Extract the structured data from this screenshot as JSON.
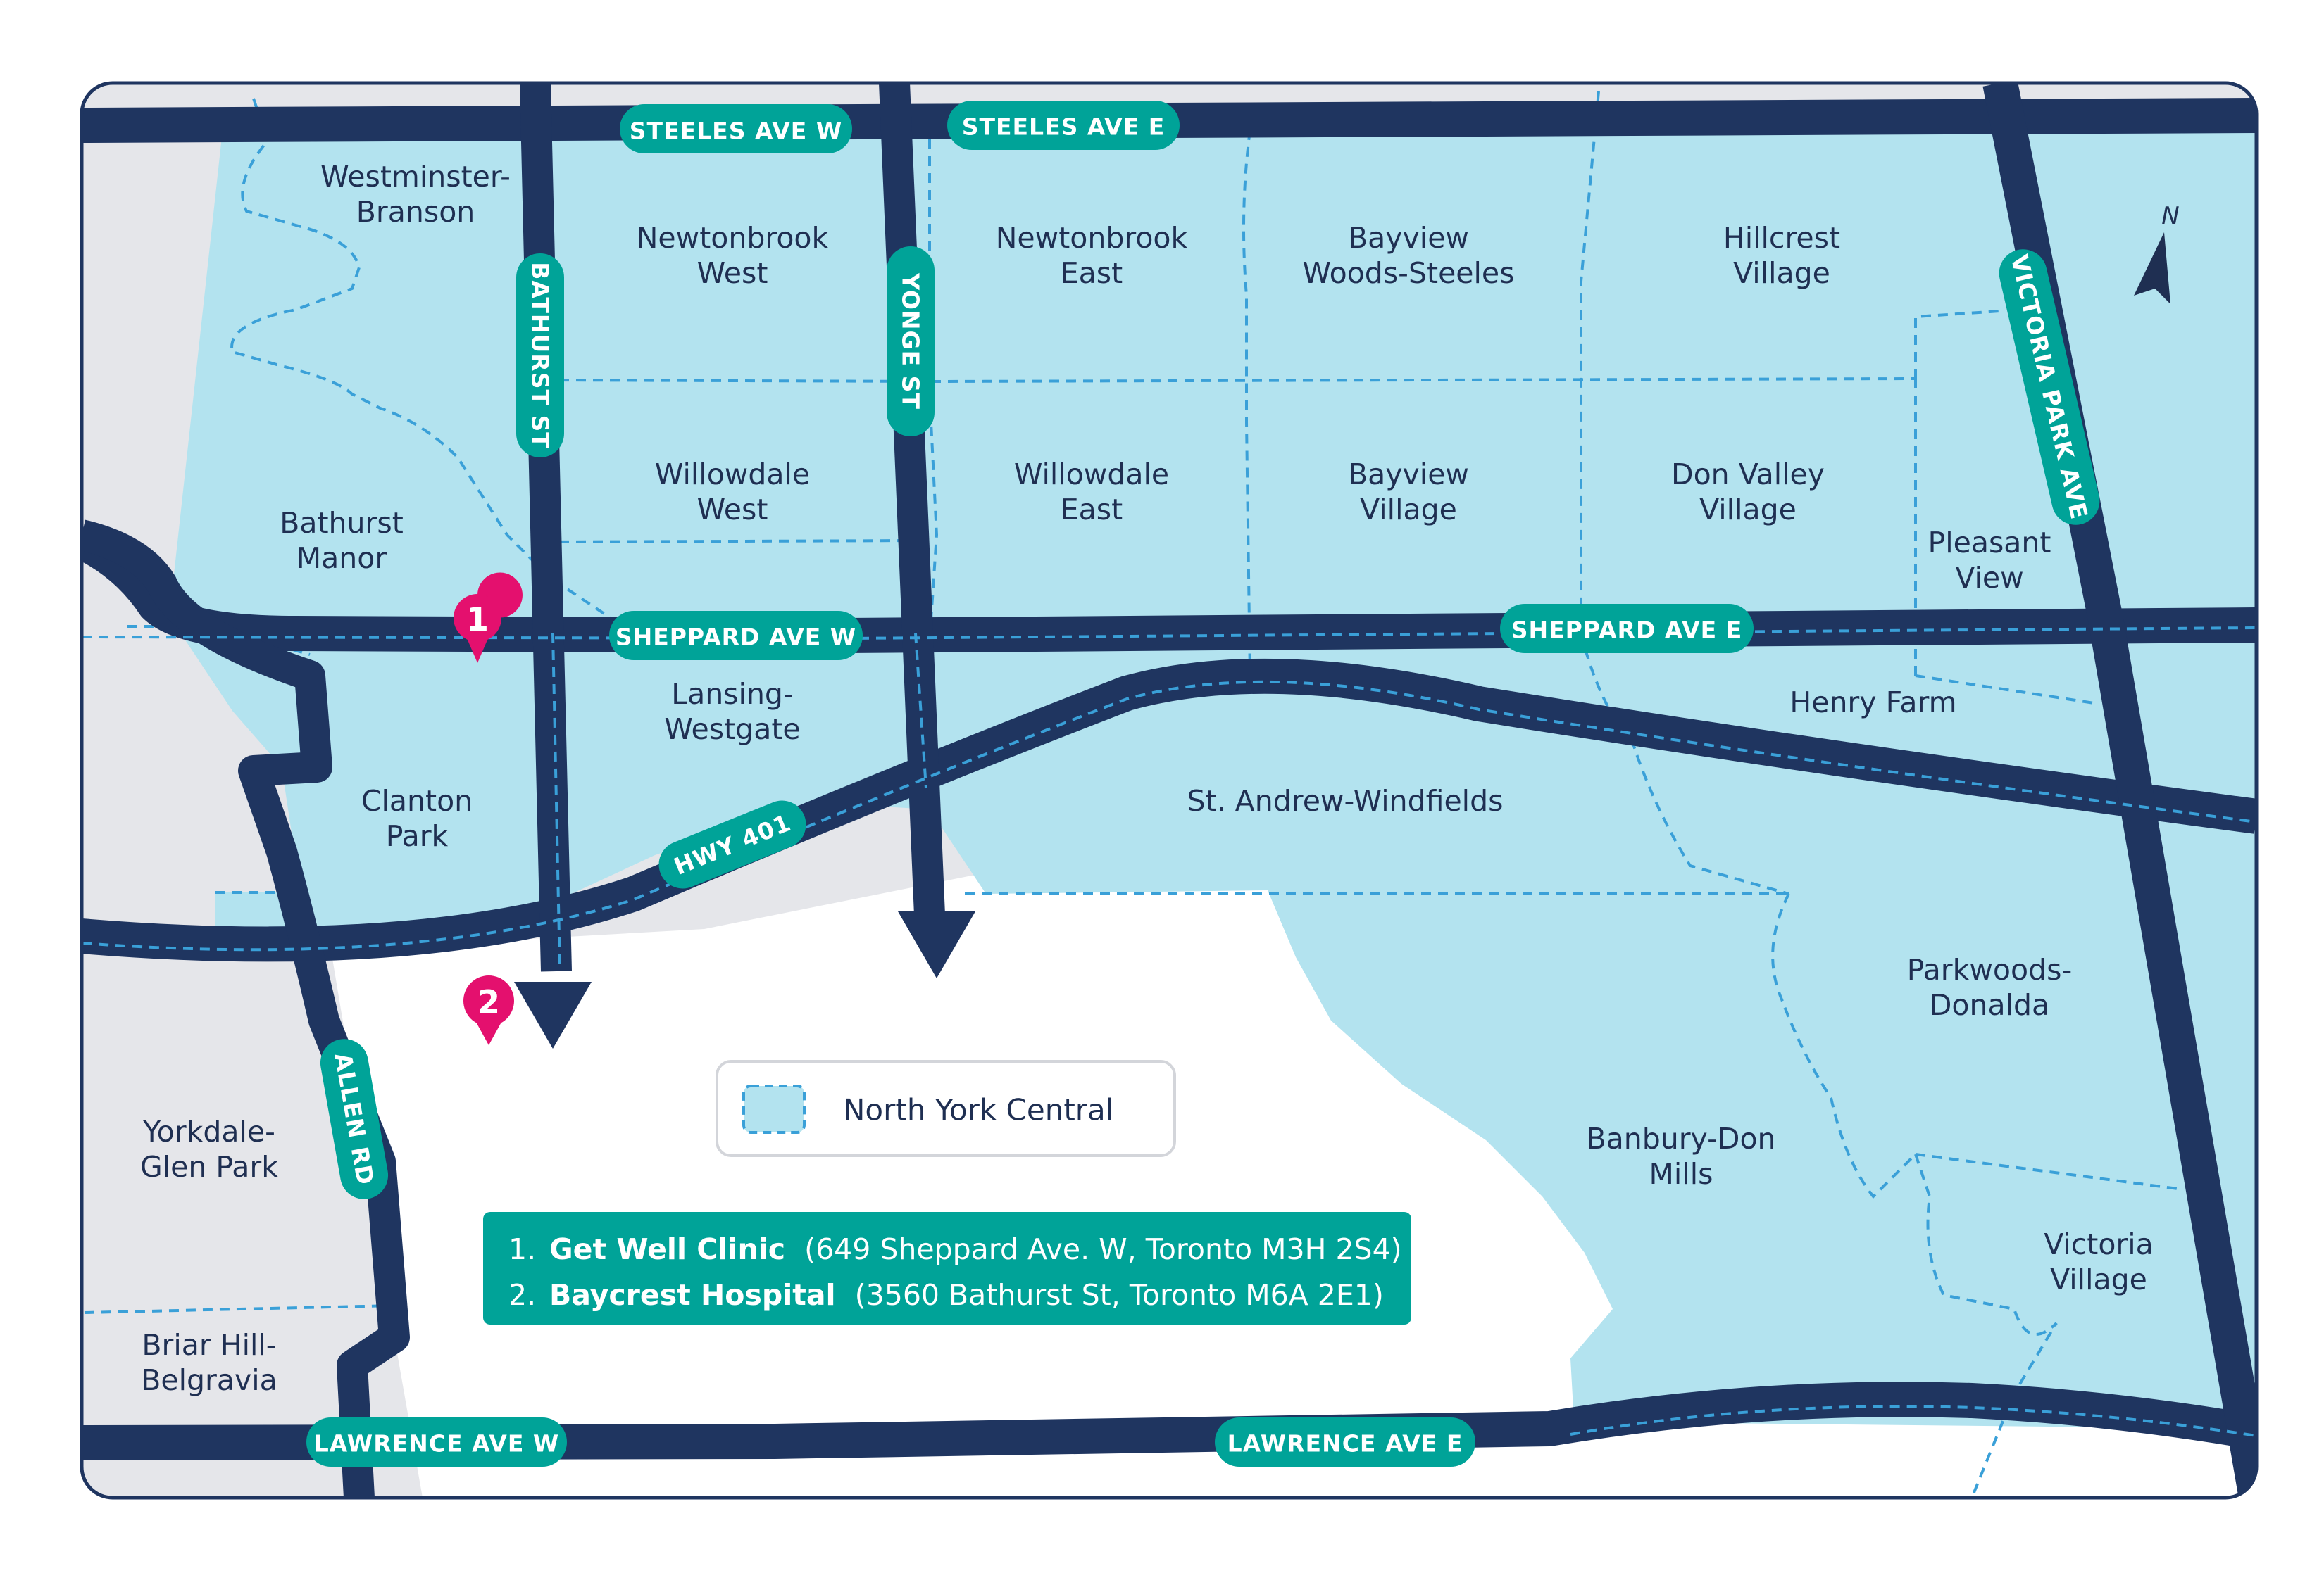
{
  "colors": {
    "road": "#1f3560",
    "area": "#b3e3ef",
    "land": "#e5e6ea",
    "label_pill": "#00a398",
    "pin": "#e4106e",
    "boundary": "#3aa0d8"
  },
  "roads": {
    "steeles_w": "STEELES AVE W",
    "steeles_e": "STEELES AVE E",
    "bathurst": "BATHURST ST",
    "yonge": "YONGE ST",
    "victoria_park": "VICTORIA PARK AVE",
    "sheppard_w": "SHEPPARD AVE W",
    "sheppard_e": "SHEPPARD AVE E",
    "hwy401": "HWY 401",
    "allen": "ALLEN RD",
    "lawrence_w": "LAWRENCE AVE W",
    "lawrence_e": "LAWRENCE AVE E"
  },
  "neighbourhoods": {
    "westminster": [
      "Westminster-",
      "Branson"
    ],
    "newtonbrook_w": [
      "Newtonbrook",
      "West"
    ],
    "newtonbrook_e": [
      "Newtonbrook",
      "East"
    ],
    "bayview_woods": [
      "Bayview",
      "Woods-Steeles"
    ],
    "hillcrest": [
      "Hillcrest",
      "Village"
    ],
    "bathurst_manor": [
      "Bathurst",
      "Manor"
    ],
    "willowdale_w": [
      "Willowdale",
      "West"
    ],
    "willowdale_e": [
      "Willowdale",
      "East"
    ],
    "bayview_village": [
      "Bayview",
      "Village"
    ],
    "don_valley": [
      "Don Valley",
      "Village"
    ],
    "pleasant_view": [
      "Pleasant",
      "View"
    ],
    "lansing": [
      "Lansing-",
      "Westgate"
    ],
    "henry_farm": [
      "Henry Farm"
    ],
    "clanton": [
      "Clanton",
      "Park"
    ],
    "st_andrew": [
      "St. Andrew-Windfields"
    ],
    "parkwoods": [
      "Parkwoods-",
      "Donalda"
    ],
    "yorkdale": [
      "Yorkdale-",
      "Glen Park"
    ],
    "banbury": [
      "Banbury-Don",
      "Mills"
    ],
    "victoria_village": [
      "Victoria",
      "Village"
    ],
    "briar_hill": [
      "Briar Hill-",
      "Belgravia"
    ]
  },
  "compass": "N",
  "pins": [
    {
      "label": "1"
    },
    {
      "label": "2"
    }
  ],
  "legend": {
    "label": "North York Central"
  },
  "locations": [
    {
      "num": "1.",
      "name": "Get Well Clinic",
      "address": "(649 Sheppard Ave. W, Toronto M3H 2S4)"
    },
    {
      "num": "2.",
      "name": "Baycrest Hospital",
      "address": "(3560 Bathurst St, Toronto M6A 2E1)"
    }
  ]
}
